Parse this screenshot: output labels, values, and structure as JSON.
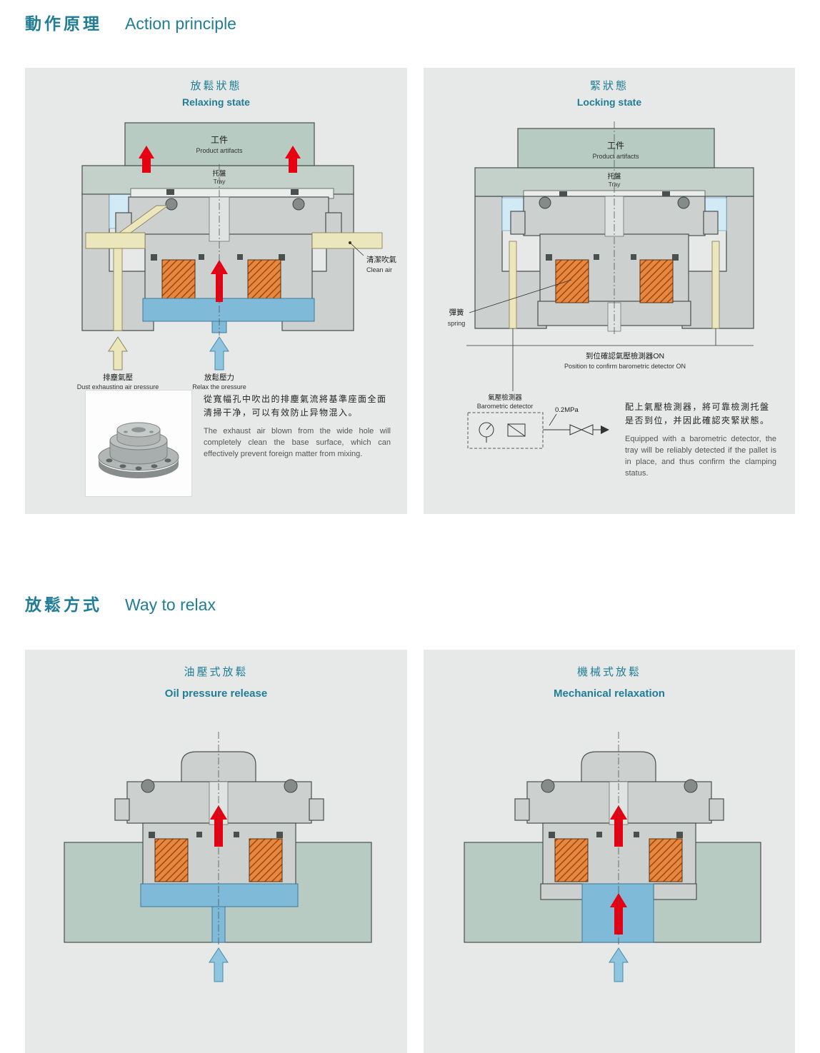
{
  "colors": {
    "accent": "#217d96",
    "panel_bg": "#e6e9e8",
    "red_arrow": "#e60012",
    "hydraulic_blue": "#7fbbd8",
    "spring_orange": "#e8873f",
    "sage_block": "#b7cbc3",
    "air_cream": "#ece6bd"
  },
  "sections": {
    "action_principle": {
      "zh": "動作原理",
      "en": "Action principle"
    },
    "way_to_relax": {
      "zh": "放鬆方式",
      "en": "Way to relax"
    }
  },
  "relaxing": {
    "title_zh": "放鬆狀態",
    "title_en": "Relaxing state",
    "workpiece_zh": "工件",
    "workpiece_en": "Product artifacts",
    "tray_zh": "托盤",
    "tray_en": "Tray",
    "clean_air_zh": "清潔吹氣",
    "clean_air_en": "Clean air",
    "dust_zh": "排塵氣壓",
    "dust_en": "Dust exhausting air pressure",
    "relax_zh": "放鬆壓力",
    "relax_en": "Relax the pressure",
    "desc_zh": "從寬幅孔中吹出的排塵氣流將基準座面全面清掃干净，可以有效防止异物混入。",
    "desc_en": "The exhaust air blown from the wide hole will completely clean the base surface, which can effectively prevent foreign matter from mixing."
  },
  "locking": {
    "title_zh": "緊狀態",
    "title_en": "Locking state",
    "workpiece_zh": "工件",
    "workpiece_en": "Product artifacts",
    "tray_zh": "托盤",
    "tray_en": "Tray",
    "spring_zh": "彈簧",
    "spring_en": "spring",
    "detector_on_zh": "到位確認氣壓檢測器ON",
    "detector_on_en": "Position to confirm barometric detector ON",
    "detector_zh": "氣壓檢測器",
    "detector_en": "Barometric detector",
    "pressure": "0.2MPa",
    "desc_zh": "配上氣壓檢測器，將可靠檢測托盤是否到位，并因此確認夾緊狀態。",
    "desc_en": "Equipped with a barometric detector, the tray will be reliably detected if the pallet is in place, and thus confirm the clamping status."
  },
  "oil_release": {
    "title_zh": "油壓式放鬆",
    "title_en": "Oil pressure release"
  },
  "mechanical": {
    "title_zh": "機械式放鬆",
    "title_en": "Mechanical relaxation"
  }
}
